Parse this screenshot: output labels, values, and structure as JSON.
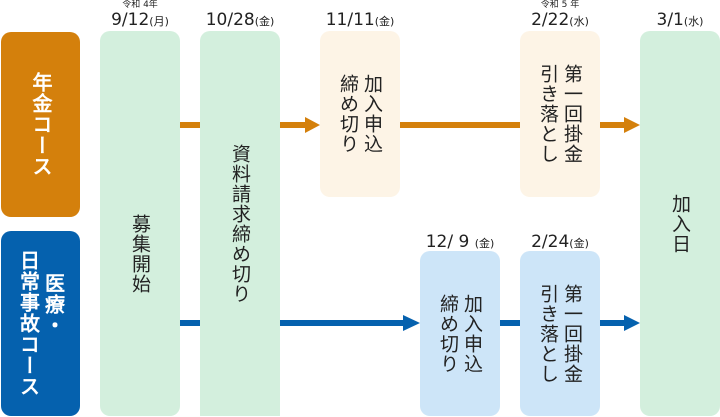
{
  "colors": {
    "pension": "#d4800c",
    "medical": "#0561ae",
    "green_box": "#d3efdd",
    "cream_box": "#fdf4e6",
    "blue_box": "#cde5f8"
  },
  "courses": {
    "pension": "年金コース",
    "medical_line1": "医療・",
    "medical_line2": "日常事故コース"
  },
  "dates": {
    "recruit": {
      "era": "令和 4年",
      "date": "9/12",
      "day": "(月)"
    },
    "request": {
      "date": "10/28",
      "day": "(金)"
    },
    "pension_apply": {
      "date": "11/11",
      "day": "(金)"
    },
    "pension_debit": {
      "era": "令和 5 年",
      "date": "2/22",
      "day": "(水)"
    },
    "join": {
      "date": "3/1",
      "day": "(水)"
    },
    "medical_apply": {
      "date": "12/ 9 ",
      "day": "(金)"
    },
    "medical_debit": {
      "date": "2/24",
      "day": "(金)"
    }
  },
  "steps": {
    "recruit": "募集開始",
    "request": "資料請求締め切り",
    "apply_line1": "加入申込",
    "apply_line2": "締め切り",
    "debit_line1": "第一回掛金",
    "debit_line2": "引き落とし",
    "join": "加入日"
  }
}
